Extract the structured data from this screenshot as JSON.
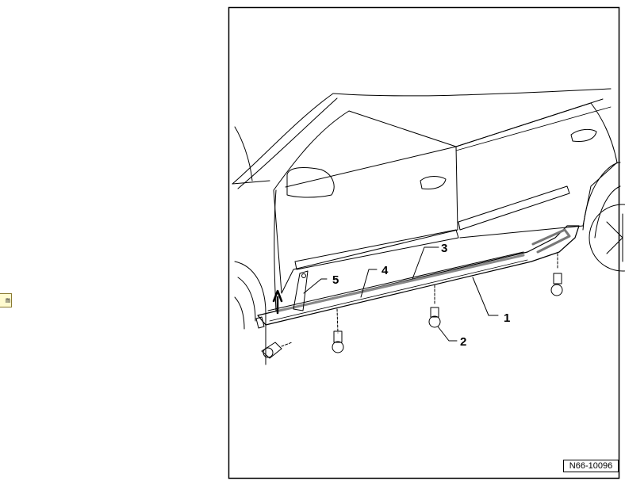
{
  "left_tag": {
    "text": "m"
  },
  "figure": {
    "id": "N66-10096",
    "callouts": [
      "1",
      "2",
      "3",
      "4",
      "5"
    ]
  }
}
